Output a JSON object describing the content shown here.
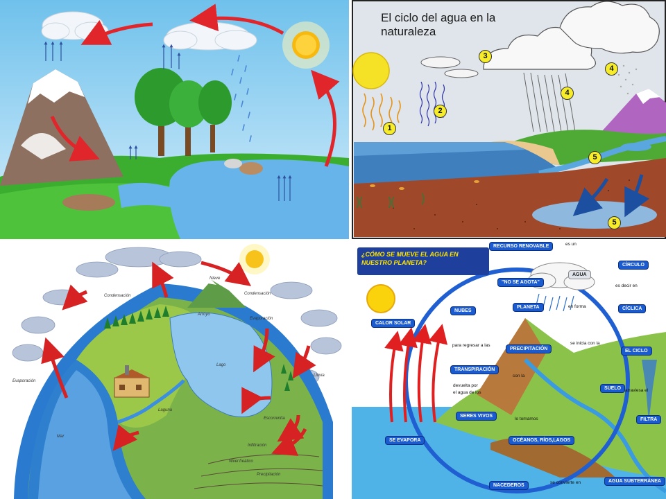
{
  "panel2": {
    "title": "El ciclo del agua en la naturaleza",
    "markers": [
      "1",
      "2",
      "3",
      "4",
      "4",
      "5",
      "5"
    ]
  },
  "panel3": {
    "labels": {
      "condensacion_top": "Condensación",
      "nieve": "Nieve",
      "condensacion_right": "Condensación",
      "evaporacion_right": "Evaporación",
      "arroyo": "Arroyo",
      "lago": "Lago",
      "evaporacion_left": "Evaporación",
      "lluvia": "Lluvia",
      "escorrentia": "Escorrentía",
      "mar": "Mar",
      "laguna": "Laguna",
      "infiltracion": "Infiltración",
      "nivel_freatico": "Nivel freático",
      "precipitacion": "Precipitación"
    }
  },
  "panel4": {
    "title": "¿CÓMO SE MUEVE EL AGUA EN NUESTRO PLANETA?",
    "cloud_label": "AGUA",
    "boxes": {
      "recurso": "RECURSO RENOVABLE",
      "no_agota": "\"NO SE AGOTA\"",
      "nubes": "NUBES",
      "planeta": "PLANETA",
      "circulo": "CÍRCULO",
      "ciclica": "CÍCLICA",
      "calor": "CALOR SOLAR",
      "precipitacion": "PRECIPITACIÓN",
      "transpiracion": "TRANSPIRACIÓN",
      "ciclo": "EL CICLO",
      "suelo": "SUELO",
      "seres": "SERES VIVOS",
      "filtra": "FILTRA",
      "evapora": "SE EVAPORA",
      "oceanos": "OCÉANOS, RÍOS,LAGOS",
      "nacederos": "NACEDEROS",
      "subterranea": "AGUA SUBTERRÁNEA"
    },
    "connectors": {
      "es_un": "es un",
      "es_decir": "es decir en",
      "en_forma": "en forma",
      "para_regresar": "para regresar a las",
      "inicia": "se inicia con la",
      "devuelta": "devuelta por",
      "el_agua": "el agua de los",
      "lo_tomamos": "lo tomamos",
      "atraviesa": "atraviesa el",
      "se_convierte": "se convierte en",
      "con_la": "con la"
    }
  }
}
